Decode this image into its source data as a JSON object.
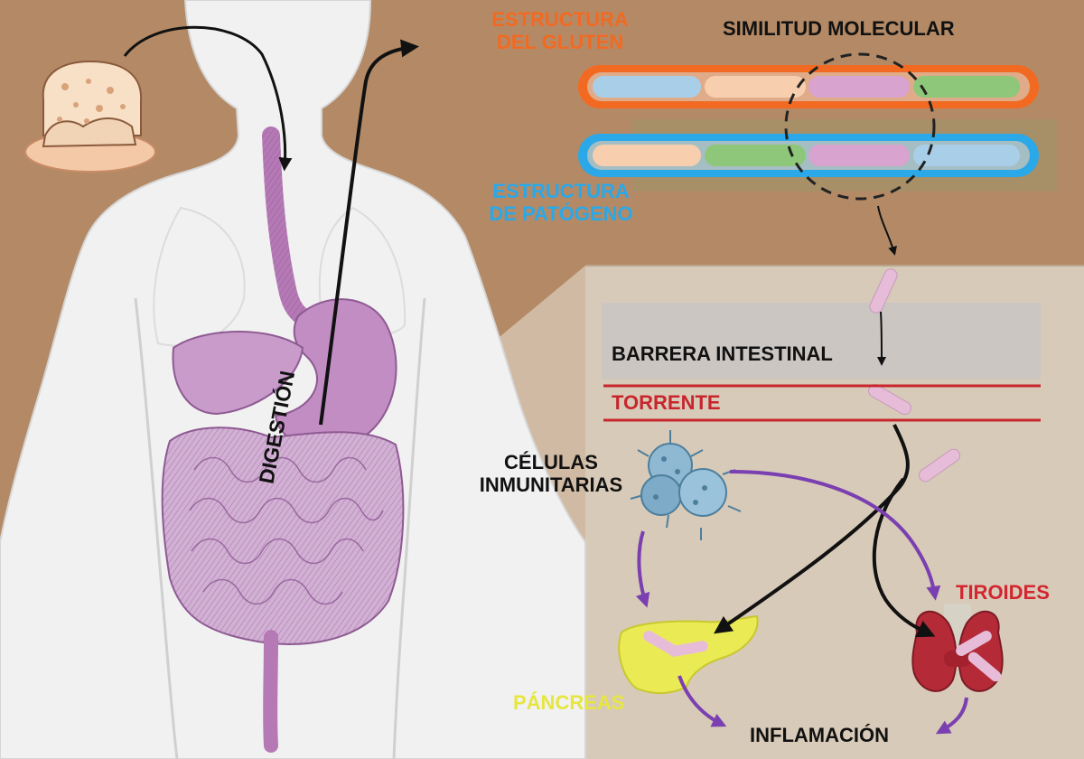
{
  "labels": {
    "gluten_structure": "ESTRUCTURA\nDEL GLUTEN",
    "molecular_similarity": "SIMILITUD MOLECULAR",
    "pathogen_structure": "ESTRUCTURA\nDE PATÓGENO",
    "intestinal_barrier": "BARRERA INTESTINAL",
    "bloodstream": "TORRENTE",
    "immune_cells": "CÉLULAS\nINMUNITARIAS",
    "thyroid": "TIROIDES",
    "pancreas": "PÁNCREAS",
    "inflammation": "INFLAMACIÓN",
    "digestion": "DIGESTIÓN"
  },
  "colors": {
    "background": "#b48a66",
    "body": "#f1f1f1",
    "panel": "#d8cab8",
    "digestive": "#b57ab5",
    "gluten_outline": "#f26a22",
    "pathogen_outline": "#2aa8e8",
    "bloodstream_line": "#c7262d",
    "thyroid_label": "#d22630",
    "pancreas_label": "#e6e640",
    "immune_arrow": "#7a3fb0",
    "seg_blue": "#a9cfe8",
    "seg_peach": "#f8cfae",
    "seg_pink": "#d8a3cf",
    "seg_green": "#8ec77a"
  },
  "icons": {
    "bread": "bread-icon",
    "immune_cells": "virus-cluster-icon",
    "pancreas": "pancreas-organ-icon",
    "thyroid": "thyroid-organ-icon"
  }
}
